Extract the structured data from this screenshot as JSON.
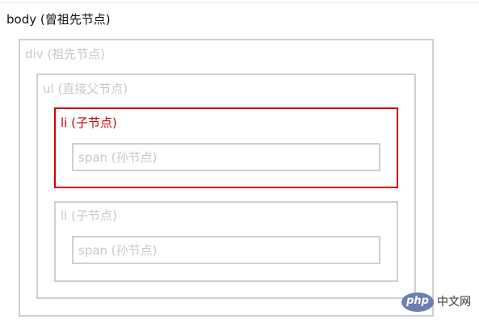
{
  "diagram": {
    "body_label": "body (曾祖先节点)",
    "div_label": "div (祖先节点)",
    "ul_label": "ul (直接父节点)",
    "li_first_label": "li (子节点)",
    "li_second_label": "li (子节点)",
    "span_first_label": "span (孙节点)",
    "span_second_label": "span (孙节点)"
  },
  "colors": {
    "highlight": "#d40000",
    "box_border": "#cfcfcf",
    "muted_text": "#c8c8c8"
  },
  "watermark": {
    "logo_text": "php",
    "site_text": "中文网"
  }
}
